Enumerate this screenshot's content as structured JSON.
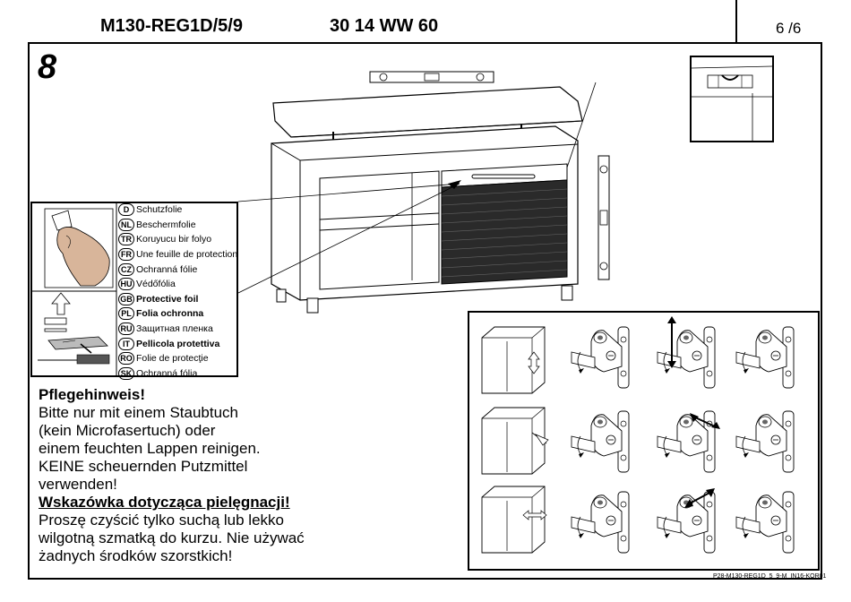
{
  "header": {
    "model": "M130-REG1D/5/9",
    "code": "30 14 WW 60",
    "page": "6 /6"
  },
  "step": {
    "number": "8"
  },
  "foil_labels": [
    {
      "code": "D",
      "text": "Schutzfolie"
    },
    {
      "code": "NL",
      "text": "Beschermfolie"
    },
    {
      "code": "TR",
      "text": "Koruyucu bir folyo"
    },
    {
      "code": "FR",
      "text": "Une feuille de protection"
    },
    {
      "code": "CZ",
      "text": "Ochranná fólie"
    },
    {
      "code": "HU",
      "text": "Védőfólia"
    },
    {
      "code": "GB",
      "text": "Protective foil"
    },
    {
      "code": "PL",
      "text": "Folia ochronna"
    },
    {
      "code": "RU",
      "text": "Защитная пленка"
    },
    {
      "code": "IT",
      "text": "Pellicola protettiva"
    },
    {
      "code": "RO",
      "text": "Folie de protecţie"
    },
    {
      "code": "SK",
      "text": "Ochranná fólia"
    }
  ],
  "care_notes": {
    "de_heading": "Pflegehinweis!",
    "de_lines": [
      "Bitte nur mit einem Staubtuch",
      "(kein Microfasertuch) oder",
      "einem feuchten Lappen reinigen.",
      "KEINE scheuernden Putzmittel",
      "verwenden!"
    ],
    "pl_heading": "Wskazówka dotycząca pielęgnacji!",
    "pl_lines": [
      "Proszę czyścić tylko suchą lub lekko",
      "wilgotną szmatką do kurzu. Nie używać",
      "żadnych środków szorstkich!"
    ]
  },
  "footer": {
    "code": "P28-M130-REG1D_5_9-M_IN16-KOR01"
  },
  "icons": [
    "level-tool-icon",
    "hand-peeling-foil-icon",
    "cutter-knife-icon",
    "hinge-adjust-icon",
    "arrow-up-down-icon",
    "arrow-left-right-icon"
  ]
}
